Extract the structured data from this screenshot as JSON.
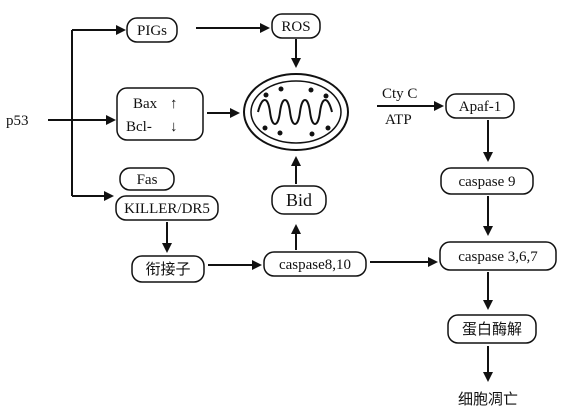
{
  "diagram": {
    "nodes": {
      "p53": "p53",
      "pigs": "PIGs",
      "ros": "ROS",
      "bax": "Bax",
      "bax_arrow": "↑",
      "bcl": "Bcl-",
      "bcl_arrow": "↓",
      "fas": "Fas",
      "killer": "KILLER/DR5",
      "adaptor": "衔接子",
      "bid": "Bid",
      "caspase8": "caspase8,10",
      "cytc": "Cty C",
      "atp": "ATP",
      "apaf": "Apaf-1",
      "caspase9": "caspase 9",
      "caspase3": "caspase 3,6,7",
      "protease": "蛋白酶解",
      "death": "细胞凋亡"
    }
  }
}
